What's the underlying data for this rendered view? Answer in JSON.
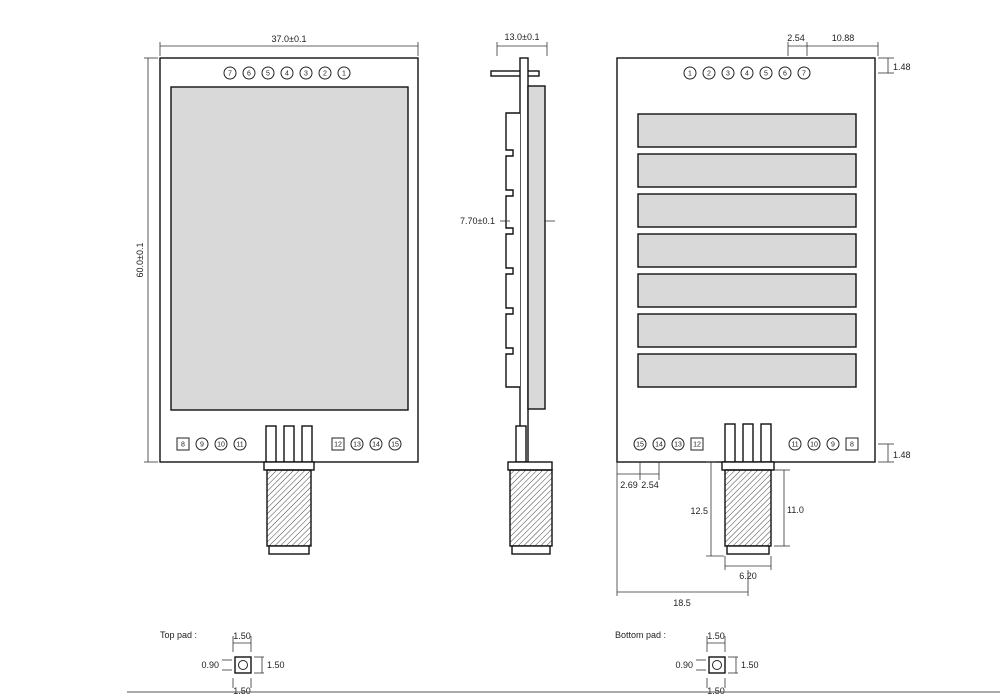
{
  "front_view": {
    "width_label": "37.0±0.1",
    "height_label": "60.0±0.1",
    "top_pins": [
      "7",
      "6",
      "5",
      "4",
      "3",
      "2",
      "1"
    ],
    "bottom_left_pins": [
      "8",
      "9",
      "10",
      "11"
    ],
    "bottom_right_pins": [
      "12",
      "13",
      "14",
      "15"
    ]
  },
  "side_view": {
    "thickness_label": "13.0±0.1",
    "depth_label": "7.70±0.1"
  },
  "back_view": {
    "pitch_label": "2.54",
    "pin_offset_label": "10.88",
    "top_margin_label": "1.48",
    "bottom_margin_label": "1.48",
    "top_pins": [
      "1",
      "2",
      "3",
      "4",
      "5",
      "6",
      "7"
    ],
    "bottom_left_pins": [
      "15",
      "14",
      "13",
      "12"
    ],
    "bottom_right_pins": [
      "11",
      "10",
      "9",
      "8"
    ],
    "left_offset_label": "2.69",
    "left_pitch_label": "2.54",
    "antenna_outer_label": "12.5",
    "antenna_inner_label": "11.0",
    "antenna_width_label": "6.20",
    "antenna_pos_label": "18.5"
  },
  "top_pad": {
    "title": "Top pad :",
    "width_label": "1.50",
    "hole_label": "0.90",
    "height_label": "1.50",
    "bottom_label": "1.50"
  },
  "bottom_pad": {
    "title": "Bottom pad :",
    "width_label": "1.50",
    "hole_label": "0.90",
    "height_label": "1.50",
    "bottom_label": "1.50"
  }
}
